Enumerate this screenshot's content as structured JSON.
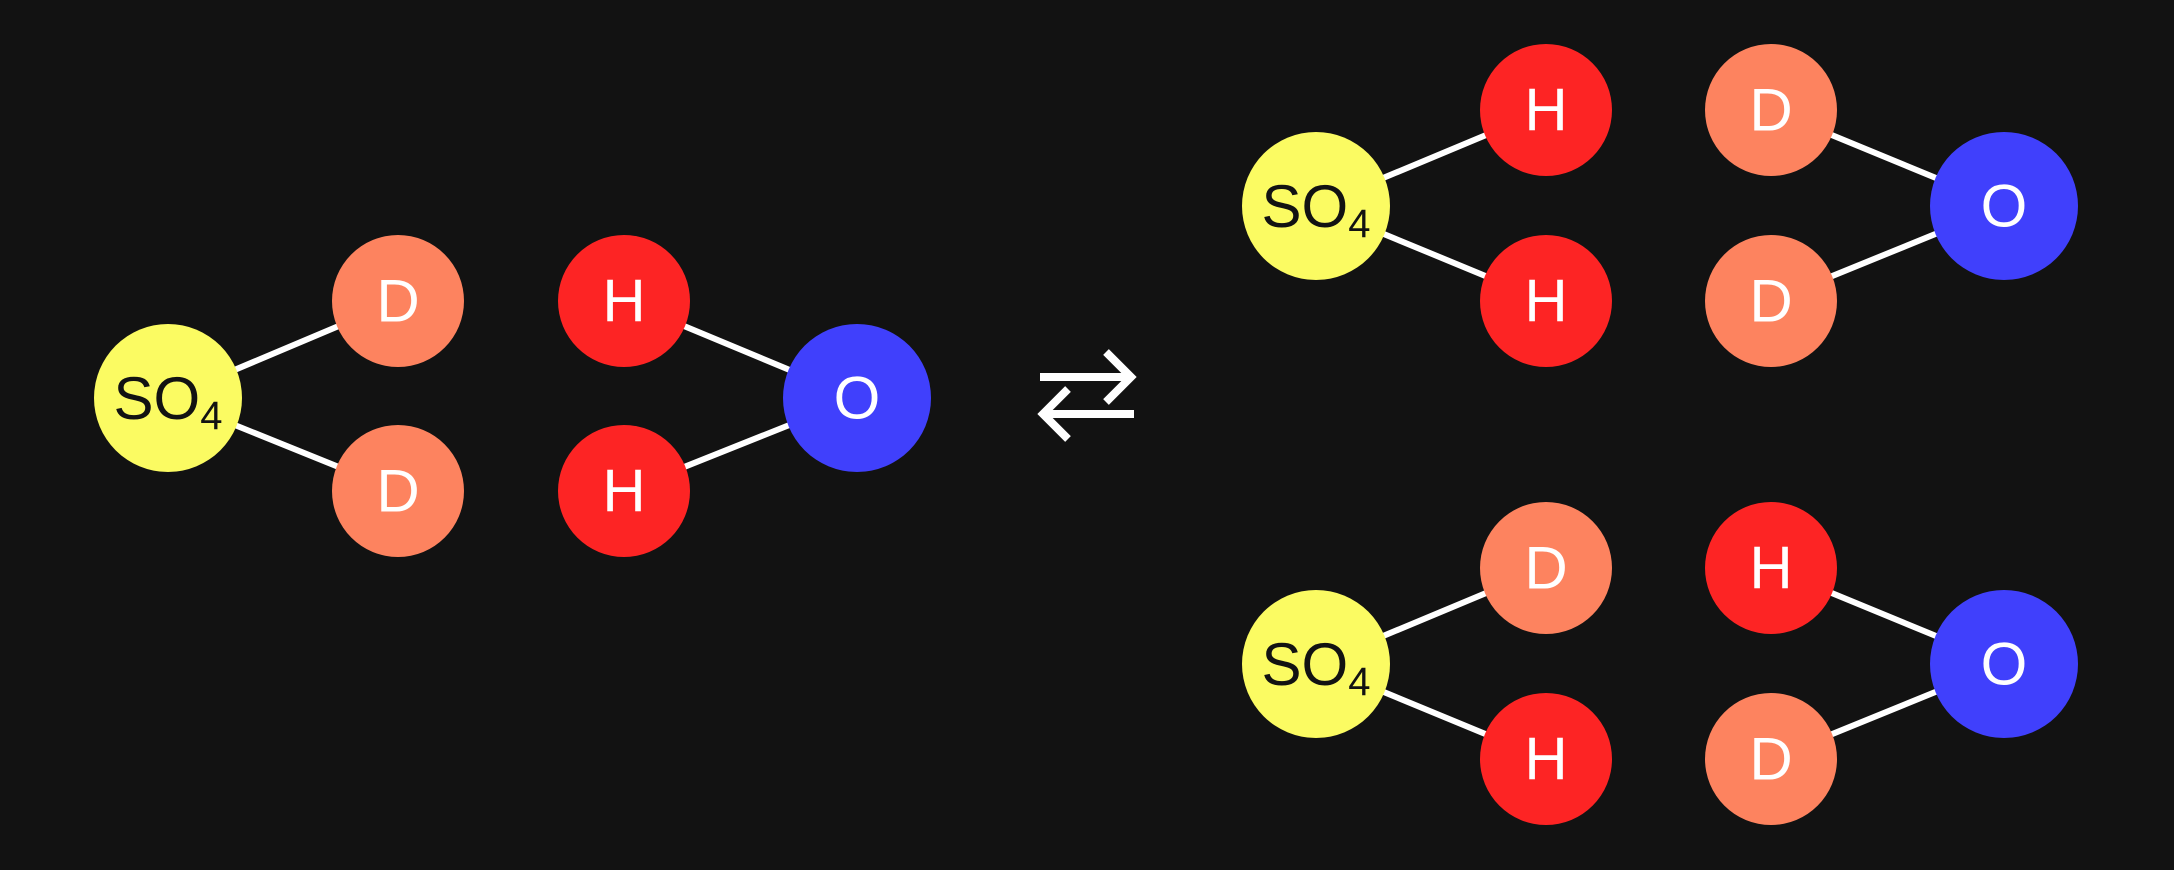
{
  "colors": {
    "background": "#121212",
    "so4": "#fbfb62",
    "deuterium": "#fd835f",
    "hydrogen": "#fd2424",
    "oxygen": "#4040fc",
    "bond": "#ffffff",
    "label_dark": "#121212",
    "label_light": "#ffffff"
  },
  "labels": {
    "so4_main": "SO",
    "so4_sub": "4",
    "deuterium": "D",
    "hydrogen": "H",
    "oxygen": "O"
  },
  "arrow": {
    "icon": "equilibrium-arrows-icon"
  },
  "reactants": {
    "acid": {
      "atoms": [
        "SO4",
        "D",
        "D"
      ]
    },
    "water": {
      "atoms": [
        "O",
        "H",
        "H"
      ]
    }
  },
  "products": [
    {
      "acid": {
        "atoms": [
          "SO4",
          "H",
          "H"
        ]
      },
      "water": {
        "atoms": [
          "O",
          "D",
          "D"
        ]
      }
    },
    {
      "acid": {
        "atoms": [
          "SO4",
          "D",
          "H"
        ]
      },
      "water": {
        "atoms": [
          "O",
          "H",
          "D"
        ]
      }
    }
  ]
}
